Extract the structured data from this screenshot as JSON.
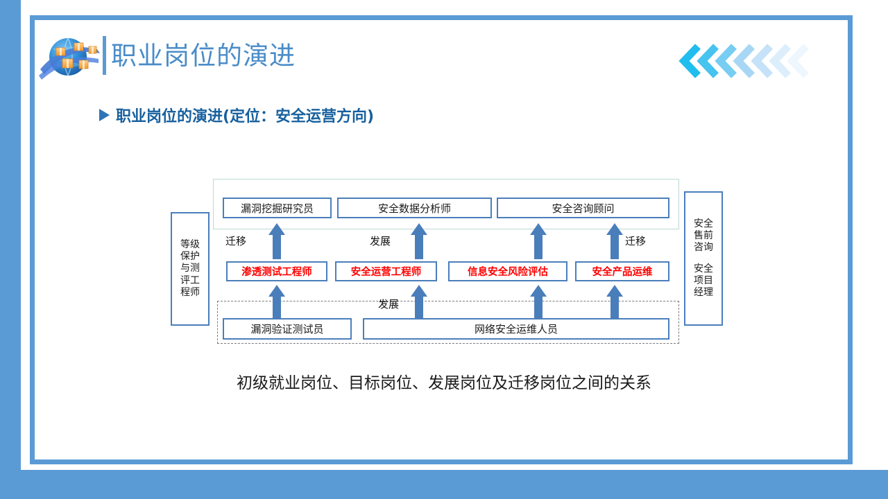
{
  "header": {
    "logo_icon": "globe-boxes-logo",
    "title": "职业岗位的演进",
    "chevron_icon": "chevron-left-decoration"
  },
  "subtitle": {
    "bullet_icon": "triangle-right-icon",
    "text": "职业岗位的演进(定位：安全运营方向)"
  },
  "diagram": {
    "top_row": [
      {
        "label": "漏洞挖掘研究员"
      },
      {
        "label": "安全数据分析师"
      },
      {
        "label": "安全咨询顾问"
      }
    ],
    "middle_row": [
      {
        "label": "渗透测试工程师"
      },
      {
        "label": "安全运营工程师"
      },
      {
        "label": "信息安全风险评估"
      },
      {
        "label": "安全产品运维"
      }
    ],
    "bottom_row": [
      {
        "label": "漏洞验证测试员"
      },
      {
        "label": "网络安全运维人员"
      }
    ],
    "left_box": {
      "lines": [
        "等级",
        "保护",
        "与测",
        "评工",
        "程师"
      ]
    },
    "right_box": {
      "group_a": [
        "安全",
        "售前",
        "咨询"
      ],
      "group_b": [
        "安全",
        "项目",
        "经理"
      ]
    },
    "flow_labels": {
      "upper_left": "迁移",
      "upper_mid": "发展",
      "upper_right": "迁移",
      "lower_mid": "发展"
    },
    "arrow_icon": "up-arrow-icon"
  },
  "caption": "初级就业岗位、目标岗位、发展岗位及迁移岗位之间的关系",
  "colors": {
    "brand_blue": "#5b9bd5",
    "title_blue": "#4a8cc9",
    "subtitle_blue": "#17609e",
    "box_border": "#4a7ebb",
    "red_text": "#ff0000",
    "arrow_blue": "#4a7ebb",
    "chevron_cyan": "#21bdee"
  }
}
